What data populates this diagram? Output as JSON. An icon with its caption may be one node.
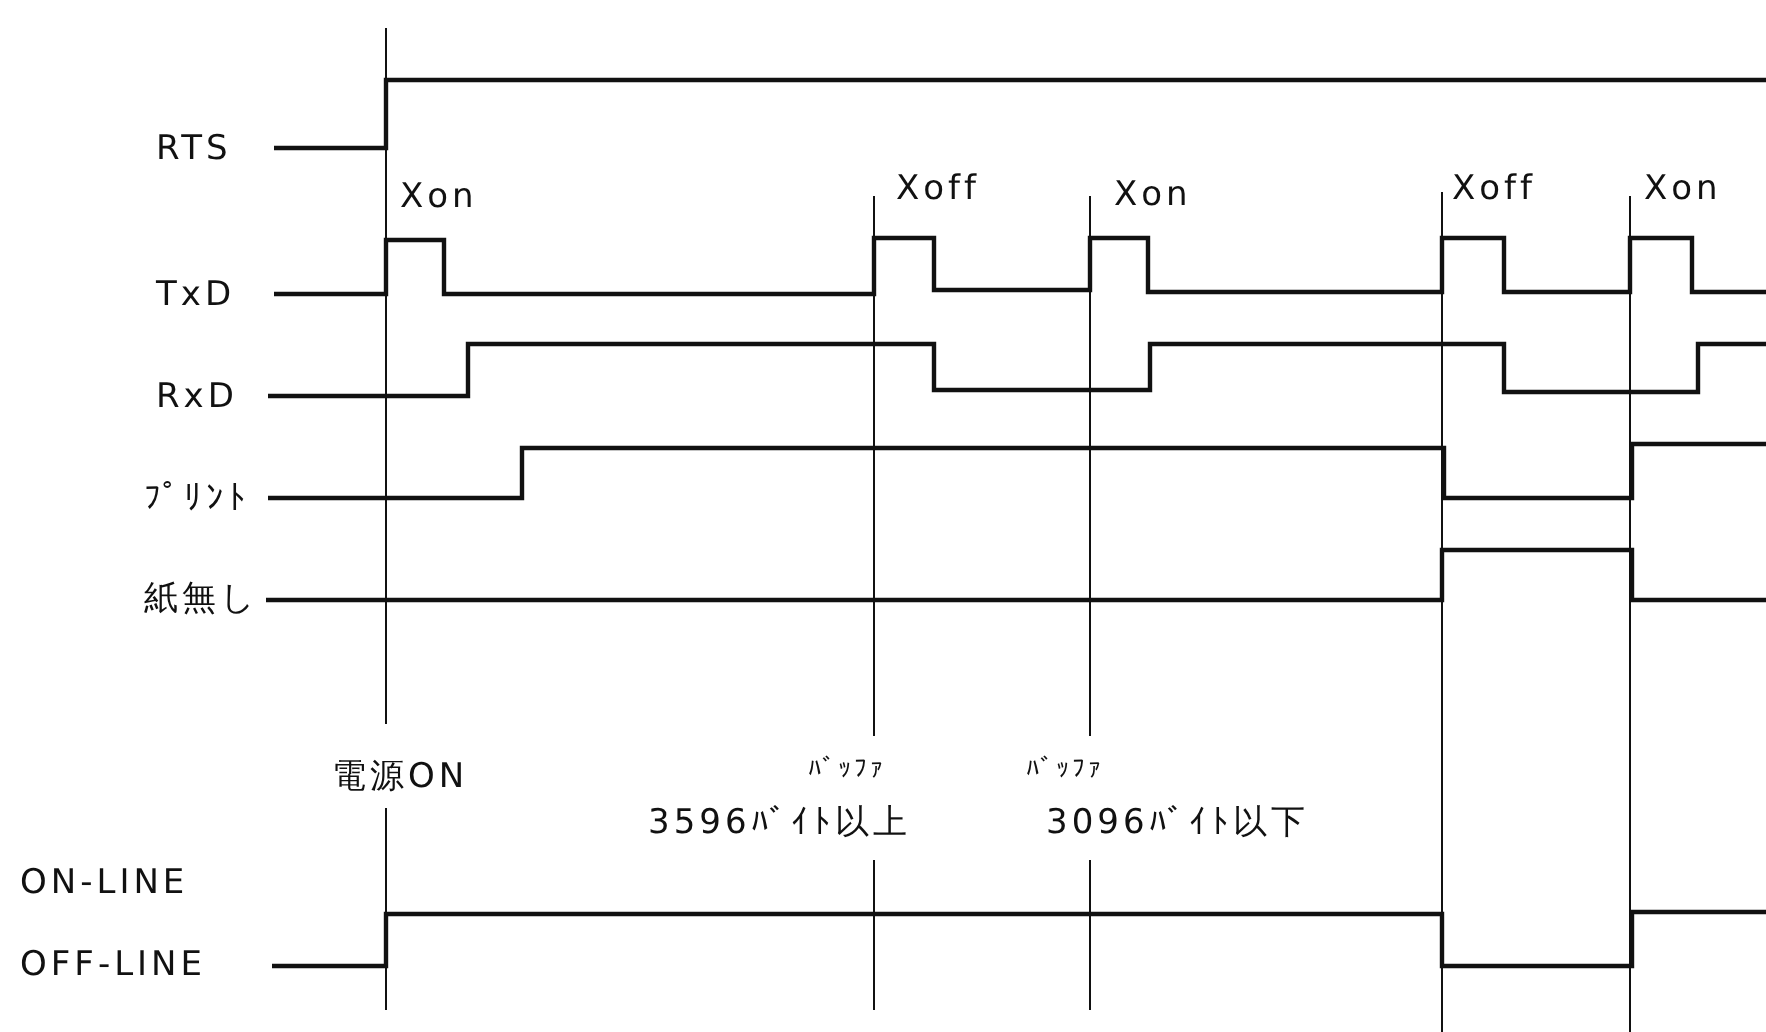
{
  "diagram": {
    "labels": [
      "RTS",
      "Xon",
      "Xoff",
      "Xon",
      "Xoff",
      "Xon",
      "TxD",
      "RxD",
      "ﾌﾟﾘﾝﾄ",
      "紙無し",
      "電源ON",
      "ﾊﾞｯﾌｧ",
      "ﾊﾞｯﾌｧ",
      "3596ﾊﾞｲﾄ以上",
      "3096ﾊﾞｲﾄ以下",
      "ON-LINE",
      "OFF-LINE"
    ]
  }
}
